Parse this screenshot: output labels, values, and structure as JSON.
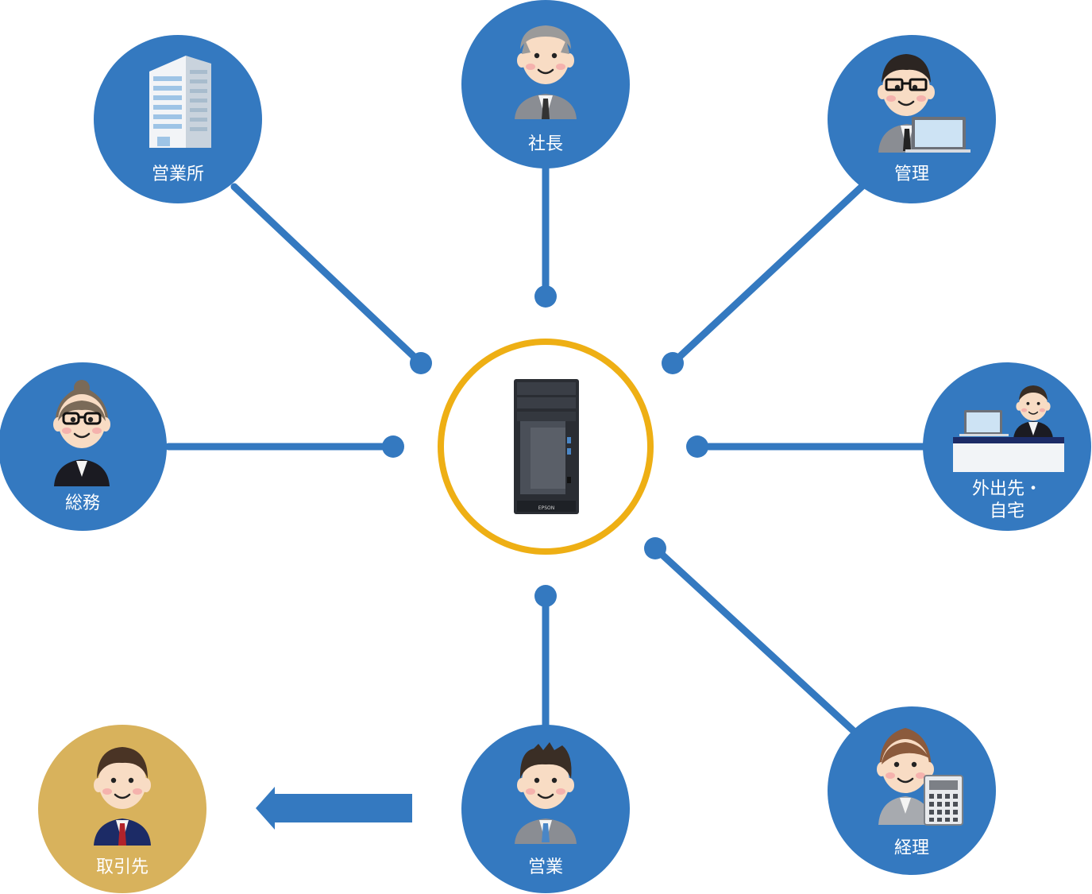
{
  "colors": {
    "node_blue": "#3479C0",
    "external_gold": "#D8B25C",
    "server_ring": "#EEAF14",
    "connector": "#3479C0"
  },
  "center": {
    "icon": "tower-server-icon",
    "brand_text": "EPSON"
  },
  "nodes": [
    {
      "id": "sales-office",
      "label": "営業所",
      "icon": "office-building-icon"
    },
    {
      "id": "president",
      "label": "社長",
      "icon": "elderly-man-suit-icon"
    },
    {
      "id": "management",
      "label": "管理",
      "icon": "man-glasses-laptop-icon"
    },
    {
      "id": "general-affairs",
      "label": "総務",
      "icon": "woman-glasses-icon"
    },
    {
      "id": "remote",
      "label_line1": "外出先・",
      "label_line2": "自宅",
      "icon": "man-at-desk-laptop-icon"
    },
    {
      "id": "accounting",
      "label": "経理",
      "icon": "woman-calculator-icon"
    },
    {
      "id": "sales",
      "label": "営業",
      "icon": "man-suit-icon"
    },
    {
      "id": "client",
      "label": "取引先",
      "icon": "man-navy-suit-icon",
      "external": true
    }
  ],
  "arrow": {
    "direction": "left",
    "from": "sales",
    "to": "client"
  }
}
